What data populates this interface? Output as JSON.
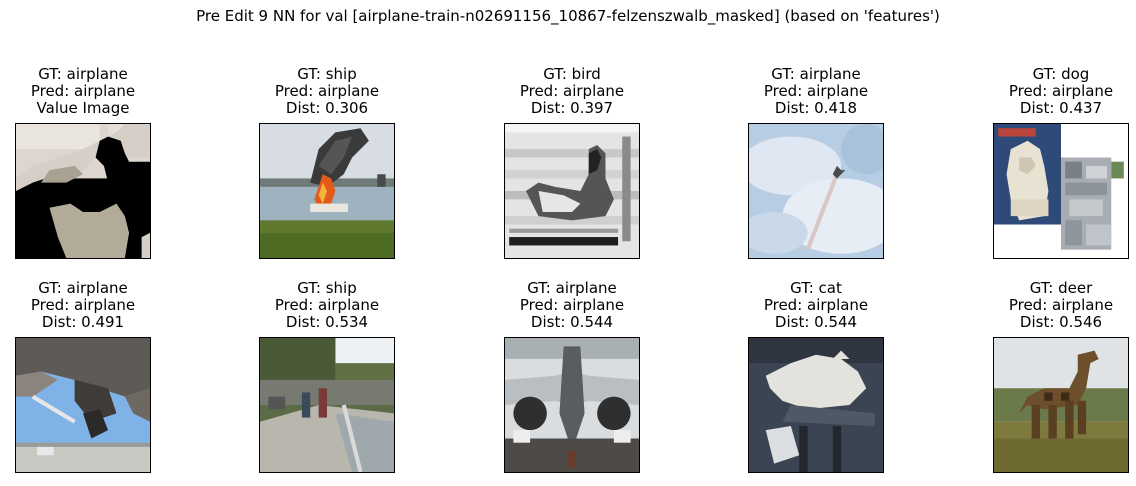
{
  "suptitle": "Pre Edit 9 NN for val [airplane-train-n02691156_10867-felzenszwalb_masked] (based on 'features')",
  "panels": [
    {
      "gt": "GT: airplane",
      "pred": "Pred: airplane",
      "extra": "Value Image",
      "scene": "masked-airplane"
    },
    {
      "gt": "GT: ship",
      "pred": "Pred: airplane",
      "extra": "Dist: 0.306",
      "scene": "burning-ship"
    },
    {
      "gt": "GT: bird",
      "pred": "Pred: airplane",
      "extra": "Dist: 0.397",
      "scene": "duck"
    },
    {
      "gt": "GT: airplane",
      "pred": "Pred: airplane",
      "extra": "Dist: 0.418",
      "scene": "plane-in-sky"
    },
    {
      "gt": "GT: dog",
      "pred": "Pred: airplane",
      "extra": "Dist: 0.437",
      "scene": "dog-magazine"
    },
    {
      "gt": "GT: airplane",
      "pred": "Pred: airplane",
      "extra": "Dist: 0.491",
      "scene": "plane-underside"
    },
    {
      "gt": "GT: ship",
      "pred": "Pred: airplane",
      "extra": "Dist: 0.534",
      "scene": "harbor"
    },
    {
      "gt": "GT: airplane",
      "pred": "Pred: airplane",
      "extra": "Dist: 0.544",
      "scene": "plane-front"
    },
    {
      "gt": "GT: cat",
      "pred": "Pred: airplane",
      "extra": "Dist: 0.544",
      "scene": "white-cat"
    },
    {
      "gt": "GT: deer",
      "pred": "Pred: airplane",
      "extra": "Dist: 0.546",
      "scene": "giraffe"
    }
  ]
}
